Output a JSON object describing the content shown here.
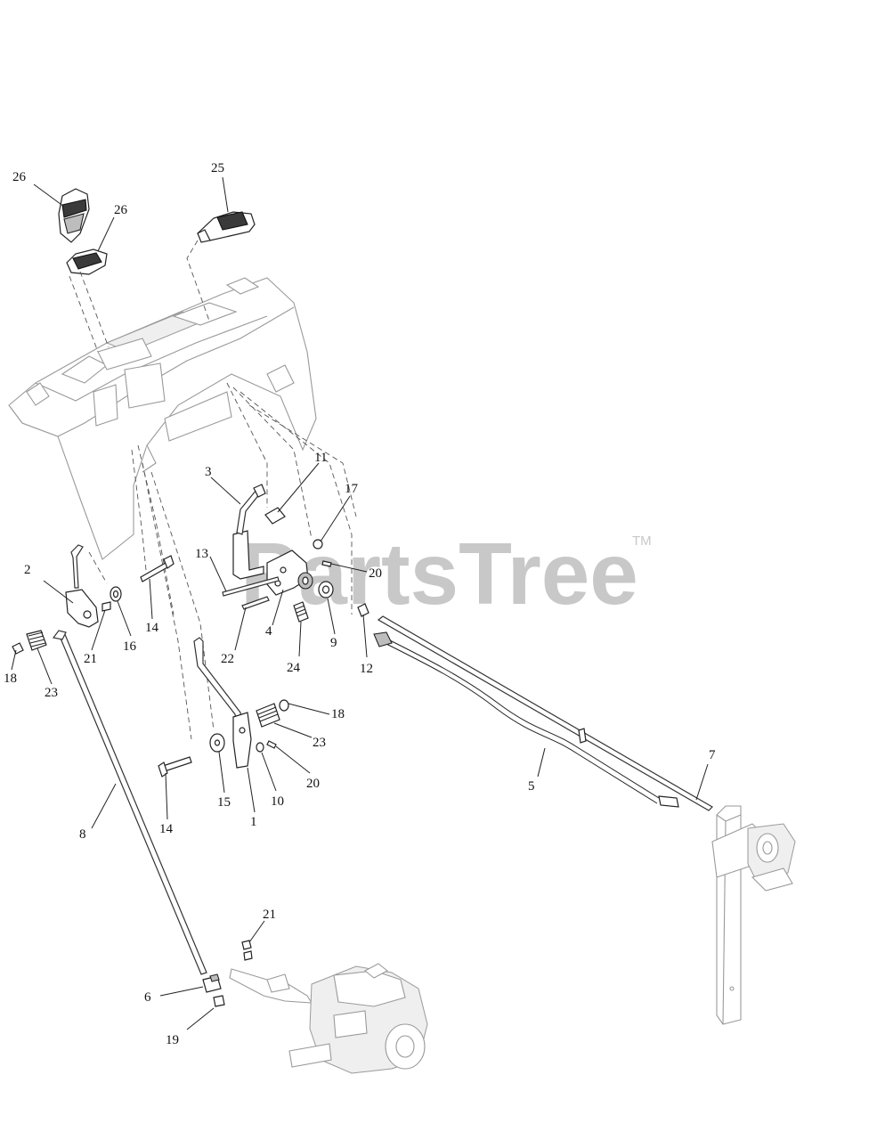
{
  "watermark": {
    "text": "PartsTree",
    "trademark": "TM"
  },
  "callouts": {
    "c1": "1",
    "c2": "2",
    "c3": "3",
    "c4": "4",
    "c5": "5",
    "c6": "6",
    "c7": "7",
    "c8": "8",
    "c9": "9",
    "c10": "10",
    "c11": "11",
    "c12": "12",
    "c13": "13",
    "c14a": "14",
    "c14b": "14",
    "c15": "15",
    "c16": "16",
    "c17": "17",
    "c18a": "18",
    "c18b": "18",
    "c19": "19",
    "c20a": "20",
    "c20b": "20",
    "c21a": "21",
    "c21b": "21",
    "c22": "22",
    "c23a": "23",
    "c23b": "23",
    "c24": "24",
    "c25": "25",
    "c26a": "26",
    "c26b": "26"
  }
}
